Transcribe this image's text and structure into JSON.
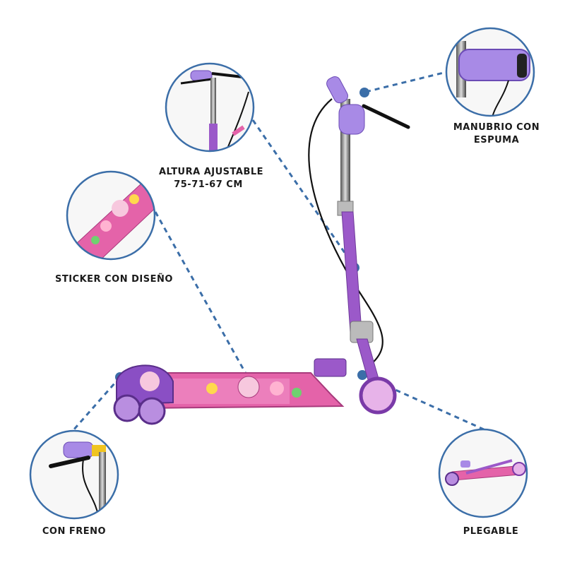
{
  "callouts": {
    "handlebar": {
      "line1": "MANUBRIO CON",
      "line2": "ESPUMA",
      "icon": "foam-grip-icon"
    },
    "height": {
      "line1": "ALTURA AJUSTABLE",
      "line2": "75-71-67 CM",
      "icon": "adjustable-stem-icon"
    },
    "sticker": {
      "line1": "STICKER CON DISEÑO",
      "icon": "deck-sticker-icon"
    },
    "brake": {
      "line1": "CON FRENO",
      "icon": "brake-lever-icon"
    },
    "fold": {
      "line1": "PLEGABLE",
      "icon": "folded-scooter-icon"
    }
  },
  "colors": {
    "accent_blue": "#3b6ea8",
    "scooter_purple": "#9b59c9",
    "deck_pink": "#e463a9",
    "foam_lavender": "#a88ae6",
    "wheel_purple": "#8a4fc4"
  }
}
